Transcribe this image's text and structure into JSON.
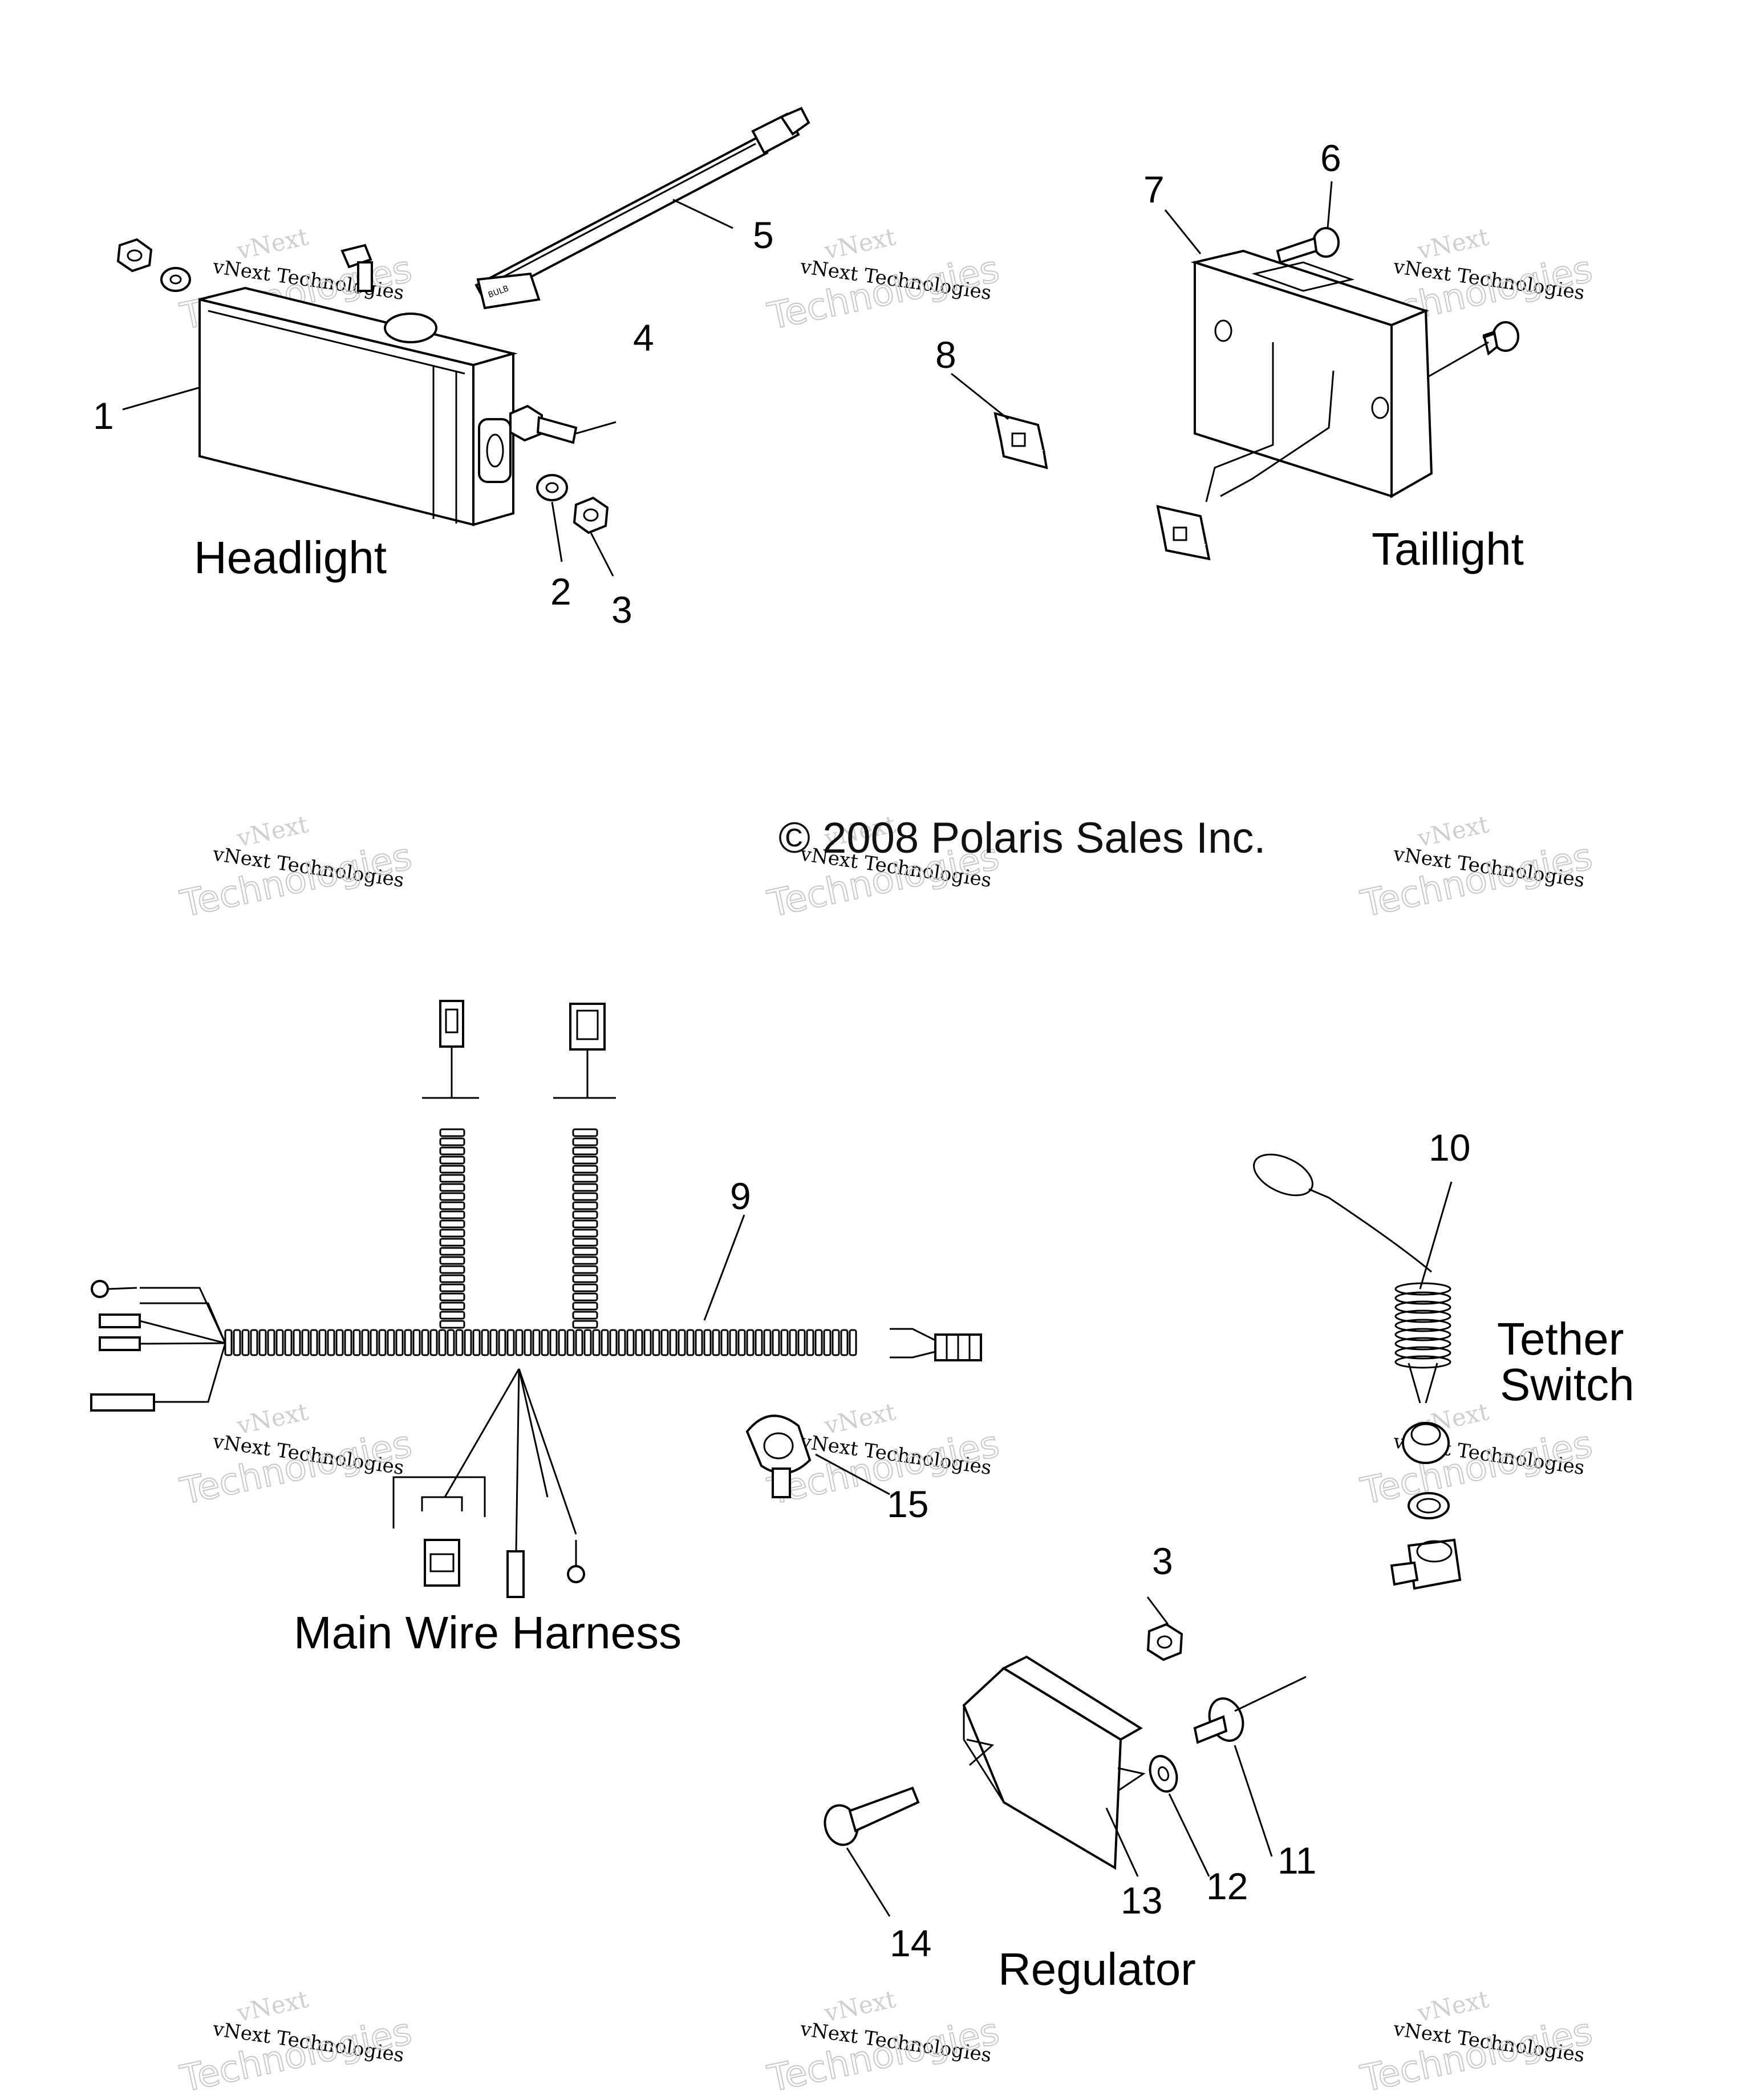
{
  "sections": {
    "headlight": "Headlight",
    "taillight": "Taillight",
    "main_harness": "Main Wire Harness",
    "tether_line1": "Tether",
    "tether_line2": "Switch",
    "regulator": "Regulator"
  },
  "copyright": "© 2008 Polaris Sales Inc.",
  "bulb_text": "BULB",
  "callouts": [
    {
      "id": "c1",
      "text": "1"
    },
    {
      "id": "c2",
      "text": "2"
    },
    {
      "id": "c3a",
      "text": "3"
    },
    {
      "id": "c4",
      "text": "4"
    },
    {
      "id": "c5",
      "text": "5"
    },
    {
      "id": "c6",
      "text": "6"
    },
    {
      "id": "c7",
      "text": "7"
    },
    {
      "id": "c8",
      "text": "8"
    },
    {
      "id": "c9",
      "text": "9"
    },
    {
      "id": "c10",
      "text": "10"
    },
    {
      "id": "c15",
      "text": "15"
    },
    {
      "id": "c3b",
      "text": "3"
    },
    {
      "id": "c11",
      "text": "11"
    },
    {
      "id": "c12",
      "text": "12"
    },
    {
      "id": "c13",
      "text": "13"
    },
    {
      "id": "c14",
      "text": "14"
    }
  ],
  "watermark": {
    "line1": "vNext",
    "line2": "vNext Technologies",
    "line3": "Technologies"
  }
}
